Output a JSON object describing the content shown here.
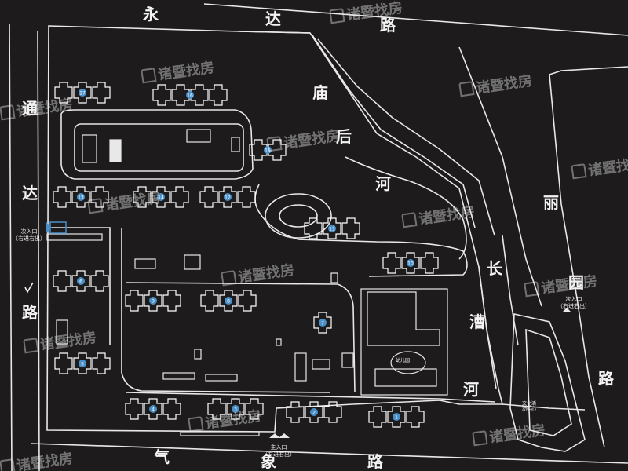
{
  "roads": [
    {
      "id": "yongda-1",
      "text": "永"
    },
    {
      "id": "yongda-2",
      "text": "达"
    },
    {
      "id": "yongda-3",
      "text": "路"
    },
    {
      "id": "tongda-1",
      "text": "通"
    },
    {
      "id": "tongda-2",
      "text": "达"
    },
    {
      "id": "tongda-3",
      "text": "路"
    },
    {
      "id": "miaohou-1",
      "text": "庙"
    },
    {
      "id": "miaohou-2",
      "text": "后"
    },
    {
      "id": "miaohou-3",
      "text": "河"
    },
    {
      "id": "changcao-1",
      "text": "长"
    },
    {
      "id": "changcao-2",
      "text": "漕"
    },
    {
      "id": "changcao-3",
      "text": "河"
    },
    {
      "id": "liyuan-1",
      "text": "丽"
    },
    {
      "id": "liyuan-2",
      "text": "园"
    },
    {
      "id": "liyuan-3",
      "text": "路"
    },
    {
      "id": "qixiang-1",
      "text": "气"
    },
    {
      "id": "qixiang-2",
      "text": "象"
    },
    {
      "id": "qixiang-3",
      "text": "路"
    }
  ],
  "entrances": {
    "west": {
      "line1": "次入口",
      "line2": "（右进右出）"
    },
    "east": {
      "line1": "次入口",
      "line2": "（右进右出）"
    },
    "main": {
      "line1": "主入口",
      "line2": "（右进右出）"
    }
  },
  "buildings": [
    {
      "id": "b1",
      "label": "17"
    },
    {
      "id": "b2",
      "label": "16"
    },
    {
      "id": "b3",
      "label": "15"
    },
    {
      "id": "b4",
      "label": "14"
    },
    {
      "id": "b5",
      "label": "13"
    },
    {
      "id": "b6",
      "label": "12"
    },
    {
      "id": "b7",
      "label": "11"
    },
    {
      "id": "b8",
      "label": "10"
    },
    {
      "id": "b9",
      "label": "9"
    },
    {
      "id": "b10",
      "label": "8"
    },
    {
      "id": "b11",
      "label": "7"
    },
    {
      "id": "b12",
      "label": "6"
    },
    {
      "id": "b13",
      "label": "5"
    },
    {
      "id": "b14",
      "label": "4"
    },
    {
      "id": "b15",
      "label": "3"
    },
    {
      "id": "b16",
      "label": "2"
    },
    {
      "id": "b17",
      "label": "1"
    },
    {
      "id": "b18",
      "label": "18"
    }
  ],
  "facilities": {
    "kindergarten": "幼儿园",
    "culture_center": {
      "line1": "文化活",
      "line2": "动中心"
    }
  },
  "watermark": {
    "text": "诸暨找房"
  },
  "colors": {
    "background": "#1d1b1c",
    "lines": "#e6e6e6",
    "marker": "#4a90c8"
  }
}
